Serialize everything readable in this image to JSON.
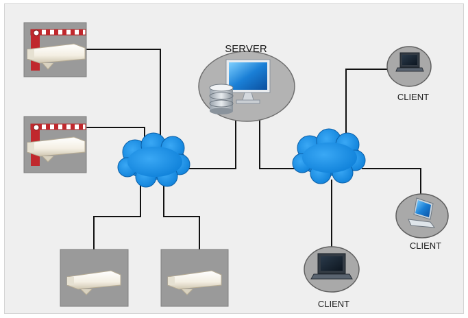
{
  "diagram": {
    "server": {
      "label": "SERVER"
    },
    "clients": [
      {
        "label": "CLIENT"
      },
      {
        "label": "CLIENT"
      },
      {
        "label": "CLIENT"
      }
    ],
    "cameras": [
      {
        "type": "barrier-camera"
      },
      {
        "type": "barrier-camera"
      },
      {
        "type": "camera"
      },
      {
        "type": "camera"
      }
    ],
    "networks": [
      {
        "type": "cloud"
      },
      {
        "type": "cloud"
      }
    ],
    "colors": {
      "background": "#efefef",
      "cloud": "#1a8fe3",
      "link": "#111111",
      "device_box": "#9a9a9a",
      "server_ellipse": "#b3b3b3",
      "barrier_red": "#c0282d"
    },
    "icons": [
      "barrier-gate-icon",
      "camera-icon",
      "monitor-icon",
      "database-icon",
      "laptop-icon",
      "cloud-icon"
    ]
  }
}
